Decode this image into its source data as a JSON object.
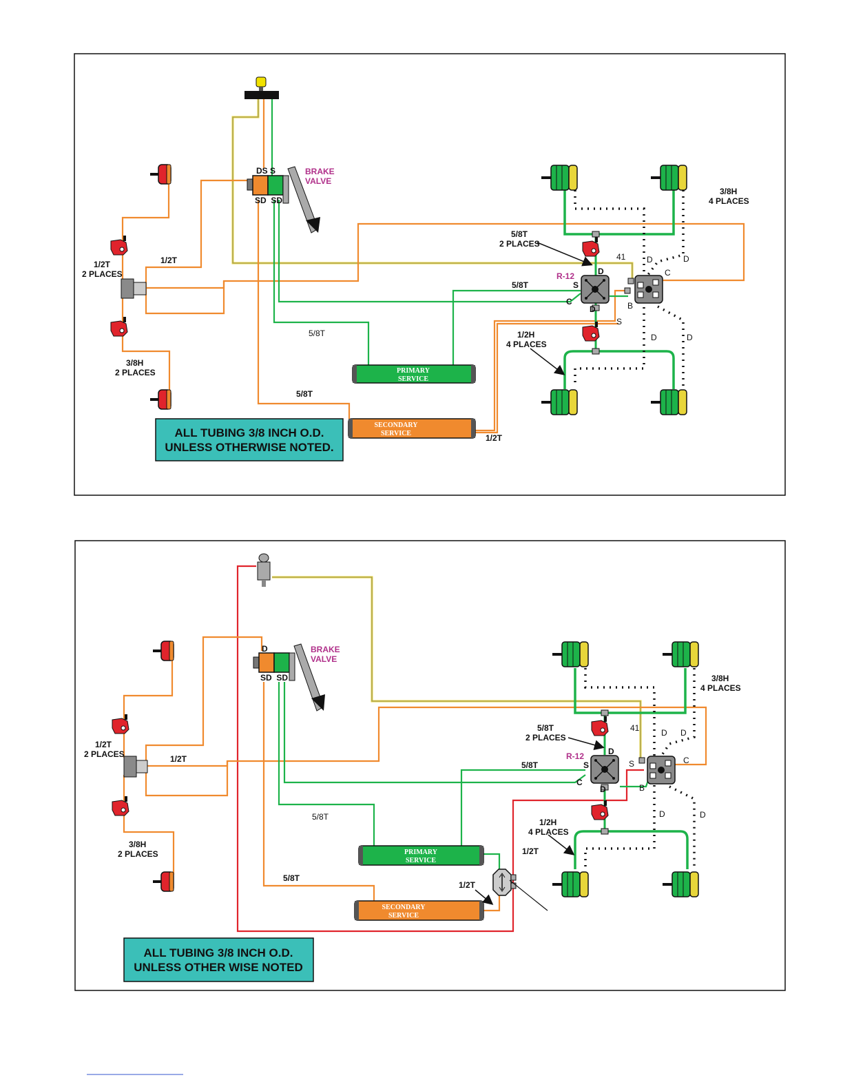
{
  "colors": {
    "orange": "#f08a2e",
    "green": "#1db34a",
    "yellow": "#e8d63a",
    "red": "#e0242c",
    "gray": "#9a9a9a",
    "teal": "#3bbfb8",
    "magenta": "#b0308a"
  },
  "top": {
    "brake_valve_label": [
      "BRAKE",
      "VALVE"
    ],
    "valve_ports_top": "DS S",
    "valve_ports_bottom": "SD  SD",
    "labels": {
      "half_t_left": [
        "1/2T",
        "2 PLACES"
      ],
      "half_t_line": "1/2T",
      "three_eighth_h_left": [
        "3/8H",
        "2 PLACES"
      ],
      "five_eighth_t_a": "5/8T",
      "five_eighth_t_b": "5/8T",
      "five_eighth_t_c": "5/8T",
      "five_eighth_t_places": [
        "5/8T",
        "2 PLACES"
      ],
      "r12": "R-12",
      "num41": "41",
      "three_eighth_h_right": [
        "3/8H",
        "4 PLACES"
      ],
      "half_h": [
        "1/2H",
        "4 PLACES"
      ],
      "half_t_bottom": "1/2T",
      "ports": {
        "d1": "D",
        "s1": "S",
        "c1": "C",
        "d2": "D",
        "d3": "D",
        "d4": "D",
        "c2": "C",
        "b": "B",
        "s2": "S",
        "d5": "D",
        "d6": "D"
      }
    },
    "tank_primary": [
      "PRIMARY",
      "SERVICE"
    ],
    "tank_secondary": [
      "SECONDARY",
      "SERVICE"
    ],
    "note": [
      "ALL TUBING 3/8 INCH O.D.",
      "UNLESS OTHERWISE NOTED."
    ]
  },
  "bottom": {
    "brake_valve_label": [
      "BRAKE",
      "VALVE"
    ],
    "valve_ports_top": "D",
    "valve_ports_bottom": "SD  SD",
    "labels": {
      "half_t_left": [
        "1/2T",
        "2 PLACES"
      ],
      "half_t_line": "1/2T",
      "three_eighth_h_left": [
        "3/8H",
        "2 PLACES"
      ],
      "five_eighth_t_a": "5/8T",
      "five_eighth_t_b": "5/8T",
      "five_eighth_t_c": "5/8T",
      "five_eighth_t_places": [
        "5/8T",
        "2 PLACES"
      ],
      "r12": "R-12",
      "num41": "41",
      "three_eighth_h_right": [
        "3/8H",
        "4 PLACES"
      ],
      "half_h": [
        "1/2H",
        "4 PLACES"
      ],
      "half_t_right": "1/2T",
      "half_t_check": "1/2T",
      "ports": {
        "d1": "D",
        "s1": "S",
        "c1": "C",
        "d2": "D",
        "d3": "D",
        "d4": "D",
        "s2": "S",
        "c2": "C",
        "b": "B",
        "d5": "D",
        "d6": "D"
      }
    },
    "tank_primary": [
      "PRIMARY",
      "SERVICE"
    ],
    "tank_secondary": [
      "SECONDARY",
      "SERVICE"
    ],
    "note": [
      "ALL TUBING 3/8 INCH O.D.",
      "UNLESS OTHER WISE NOTED"
    ]
  }
}
